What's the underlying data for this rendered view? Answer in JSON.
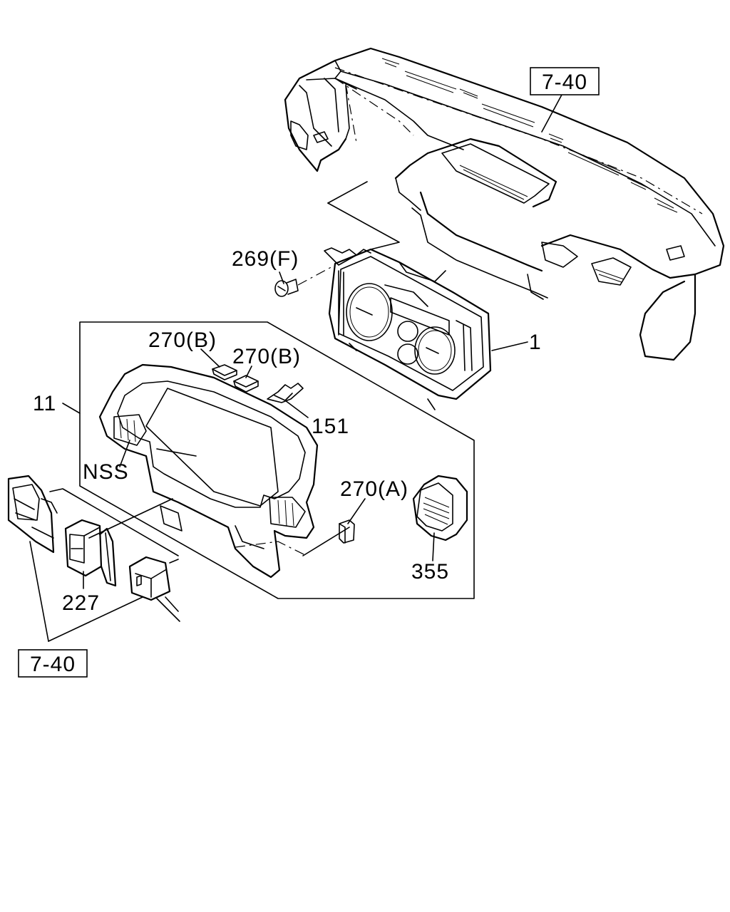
{
  "diagram": {
    "labels": {
      "ref_top": "7-40",
      "ref_bottom": "7-40",
      "part_269": "269(F)",
      "part_1": "1",
      "part_270b_1": "270(B)",
      "part_270b_2": "270(B)",
      "part_11": "11",
      "part_151": "151",
      "nss": "NSS",
      "part_270a": "270(A)",
      "part_355": "355",
      "part_227": "227"
    }
  }
}
